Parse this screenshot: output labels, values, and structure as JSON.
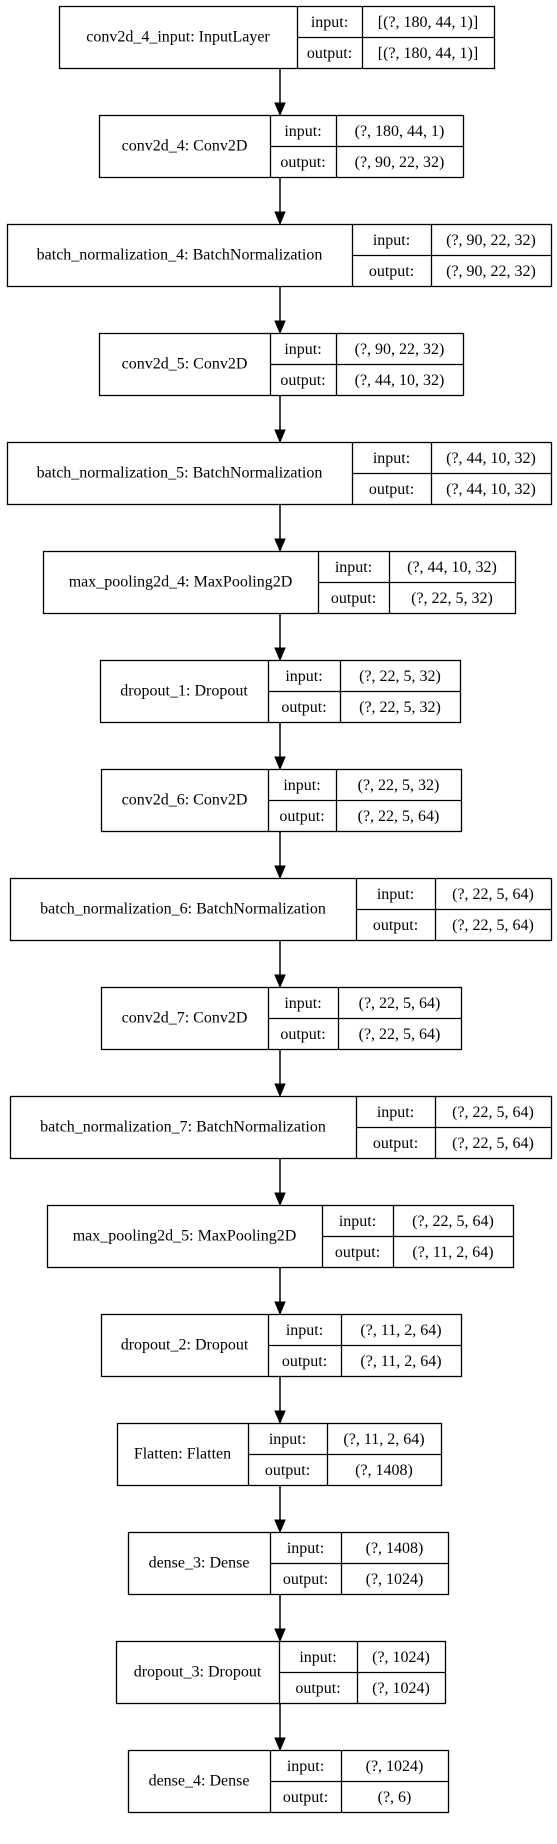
{
  "nodes": [
    {
      "name": "conv2d_4_input: InputLayer",
      "input_label": "input:",
      "input_shape": "[(?, 180, 44, 1)]",
      "output_label": "output:",
      "output_shape": "[(?, 180, 44, 1)]"
    },
    {
      "name": "conv2d_4: Conv2D",
      "input_label": "input:",
      "input_shape": "(?, 180, 44, 1)",
      "output_label": "output:",
      "output_shape": "(?, 90, 22, 32)"
    },
    {
      "name": "batch_normalization_4: BatchNormalization",
      "input_label": "input:",
      "input_shape": "(?, 90, 22, 32)",
      "output_label": "output:",
      "output_shape": "(?, 90, 22, 32)"
    },
    {
      "name": "conv2d_5: Conv2D",
      "input_label": "input:",
      "input_shape": "(?, 90, 22, 32)",
      "output_label": "output:",
      "output_shape": "(?, 44, 10, 32)"
    },
    {
      "name": "batch_normalization_5: BatchNormalization",
      "input_label": "input:",
      "input_shape": "(?, 44, 10, 32)",
      "output_label": "output:",
      "output_shape": "(?, 44, 10, 32)"
    },
    {
      "name": "max_pooling2d_4: MaxPooling2D",
      "input_label": "input:",
      "input_shape": "(?, 44, 10, 32)",
      "output_label": "output:",
      "output_shape": "(?, 22, 5, 32)"
    },
    {
      "name": "dropout_1: Dropout",
      "input_label": "input:",
      "input_shape": "(?, 22, 5, 32)",
      "output_label": "output:",
      "output_shape": "(?, 22, 5, 32)"
    },
    {
      "name": "conv2d_6: Conv2D",
      "input_label": "input:",
      "input_shape": "(?, 22, 5, 32)",
      "output_label": "output:",
      "output_shape": "(?, 22, 5, 64)"
    },
    {
      "name": "batch_normalization_6: BatchNormalization",
      "input_label": "input:",
      "input_shape": "(?, 22, 5, 64)",
      "output_label": "output:",
      "output_shape": "(?, 22, 5, 64)"
    },
    {
      "name": "conv2d_7: Conv2D",
      "input_label": "input:",
      "input_shape": "(?, 22, 5, 64)",
      "output_label": "output:",
      "output_shape": "(?, 22, 5, 64)"
    },
    {
      "name": "batch_normalization_7: BatchNormalization",
      "input_label": "input:",
      "input_shape": "(?, 22, 5, 64)",
      "output_label": "output:",
      "output_shape": "(?, 22, 5, 64)"
    },
    {
      "name": "max_pooling2d_5: MaxPooling2D",
      "input_label": "input:",
      "input_shape": "(?, 22, 5, 64)",
      "output_label": "output:",
      "output_shape": "(?, 11, 2, 64)"
    },
    {
      "name": "dropout_2: Dropout",
      "input_label": "input:",
      "input_shape": "(?, 11, 2, 64)",
      "output_label": "output:",
      "output_shape": "(?, 11, 2, 64)"
    },
    {
      "name": "Flatten: Flatten",
      "input_label": "input:",
      "input_shape": "(?, 11, 2, 64)",
      "output_label": "output:",
      "output_shape": "(?, 1408)"
    },
    {
      "name": "dense_3: Dense",
      "input_label": "input:",
      "input_shape": "(?, 1408)",
      "output_label": "output:",
      "output_shape": "(?, 1024)"
    },
    {
      "name": "dropout_3: Dropout",
      "input_label": "input:",
      "input_shape": "(?, 1024)",
      "output_label": "output:",
      "output_shape": "(?, 1024)"
    },
    {
      "name": "dense_4: Dense",
      "input_label": "input:",
      "input_shape": "(?, 1024)",
      "output_label": "output:",
      "output_shape": "(?, 6)"
    }
  ],
  "colors": {
    "line": "#000000",
    "background": "#ffffff",
    "text": "#000000"
  }
}
